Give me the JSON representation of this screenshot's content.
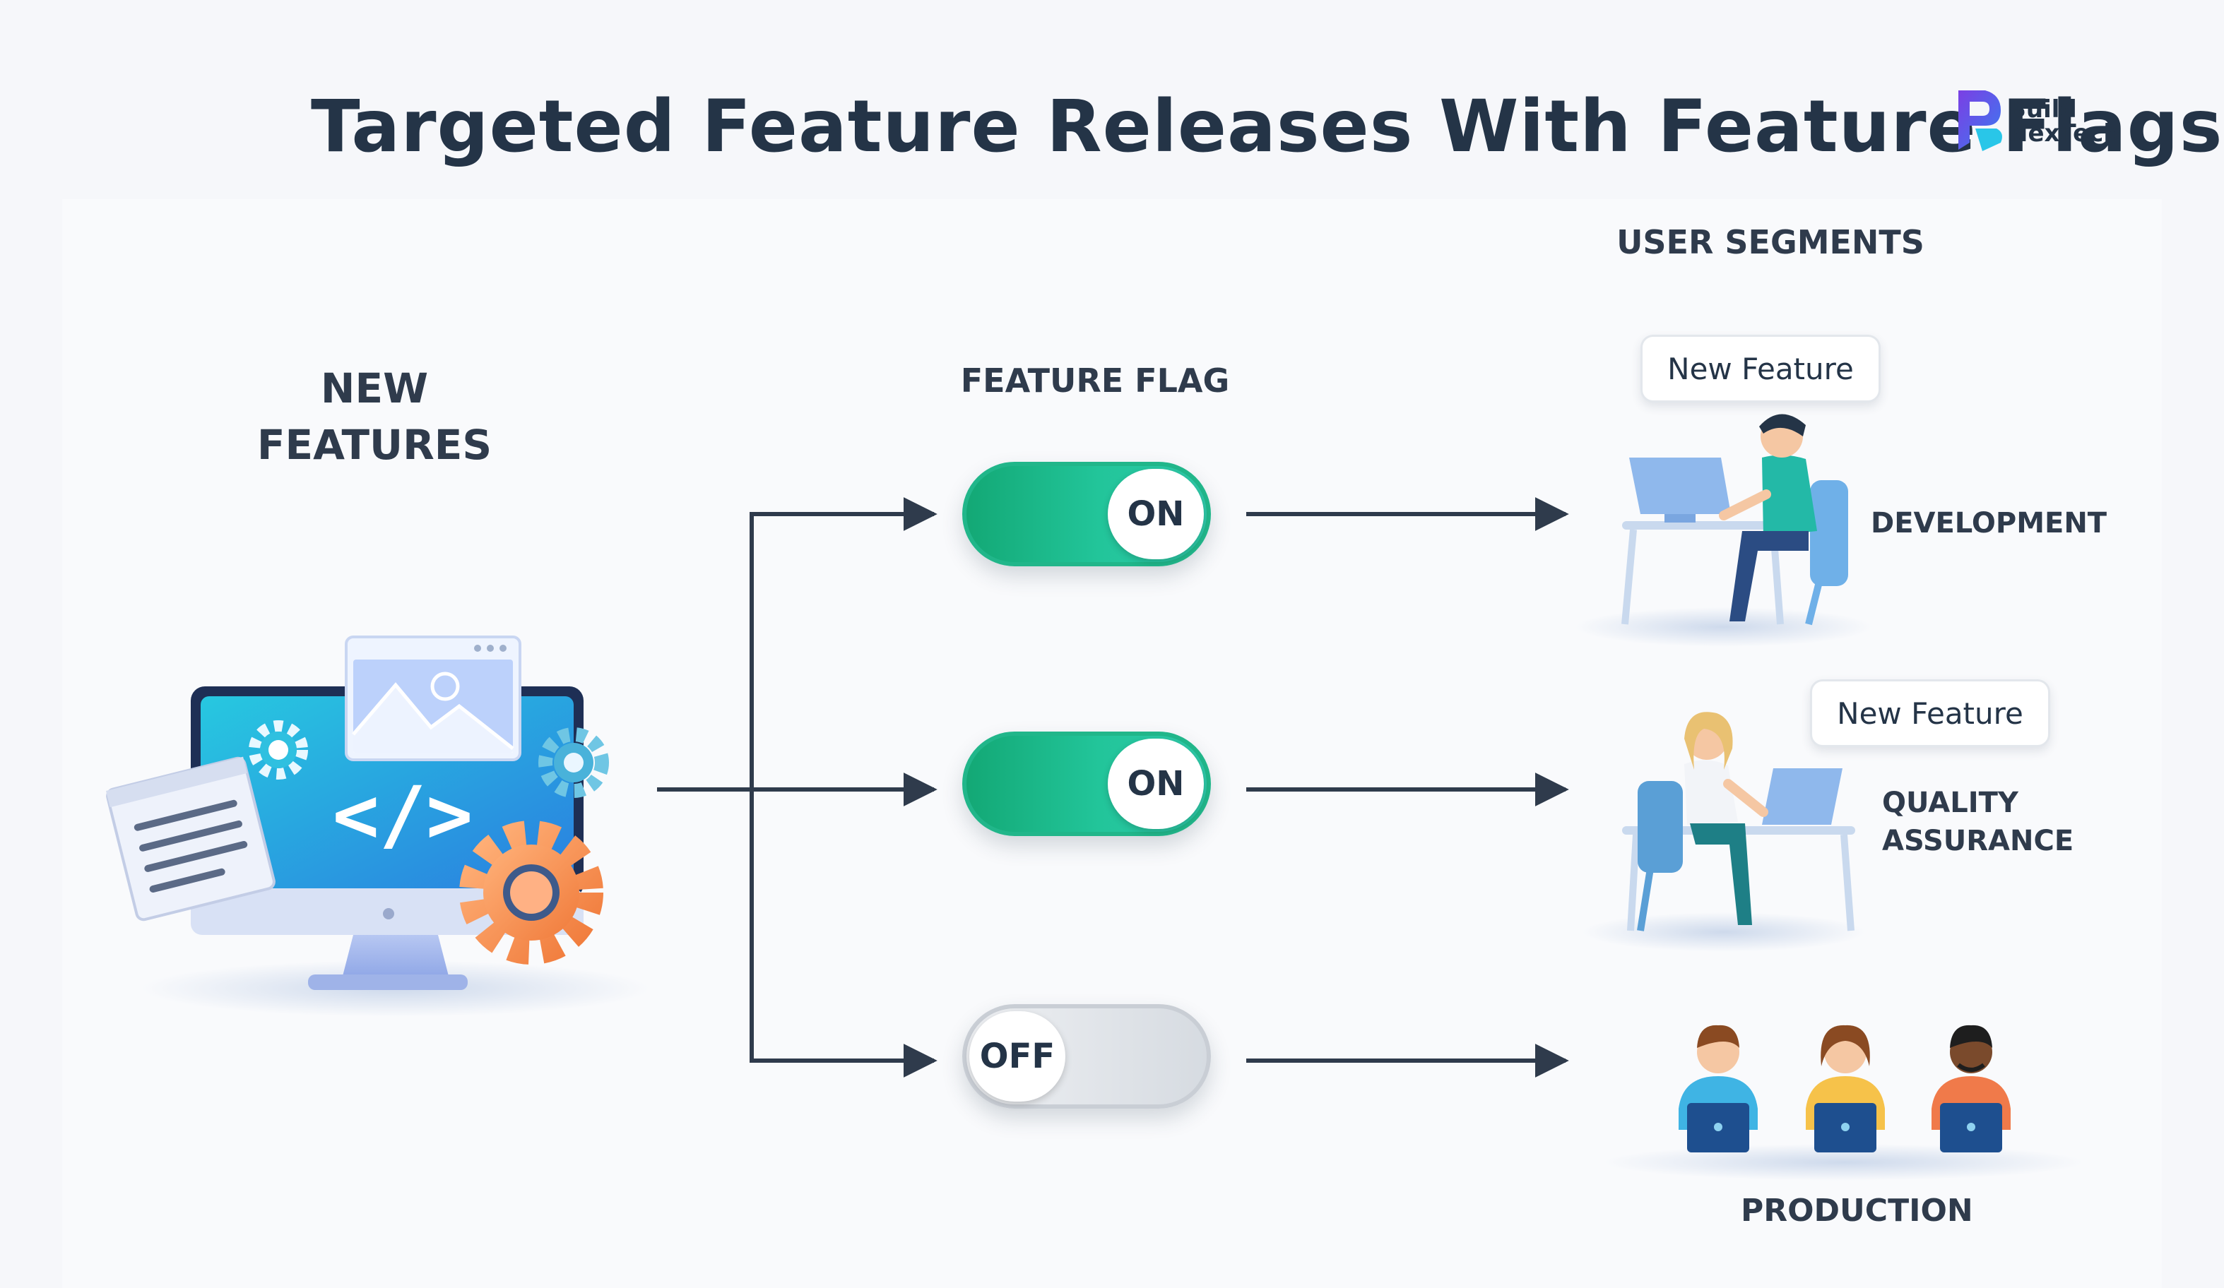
{
  "title": "Targeted Feature Releases With Feature Flags",
  "logo": {
    "line1": "Build",
    "line2": "NexTech",
    "icon": "build-nextech-logo-icon"
  },
  "left": {
    "heading_line1": "NEW",
    "heading_line2": "FEATURES",
    "code_symbol": "</>"
  },
  "flags": {
    "heading": "FEATURE FLAG",
    "toggles": [
      {
        "state": "ON"
      },
      {
        "state": "ON"
      },
      {
        "state": "OFF"
      }
    ]
  },
  "segments": {
    "heading": "USER SEGMENTS",
    "development": {
      "bubble": "New Feature",
      "label": "DEVELOPMENT"
    },
    "qa": {
      "bubble": "New Feature",
      "label_line1": "QUALITY",
      "label_line2": "ASSURANCE"
    },
    "production": {
      "label": "PRODUCTION"
    }
  },
  "colors": {
    "on": "#1fb68a",
    "off": "#d6dbe1",
    "text": "#243447",
    "arrow": "#2f3b4c"
  }
}
